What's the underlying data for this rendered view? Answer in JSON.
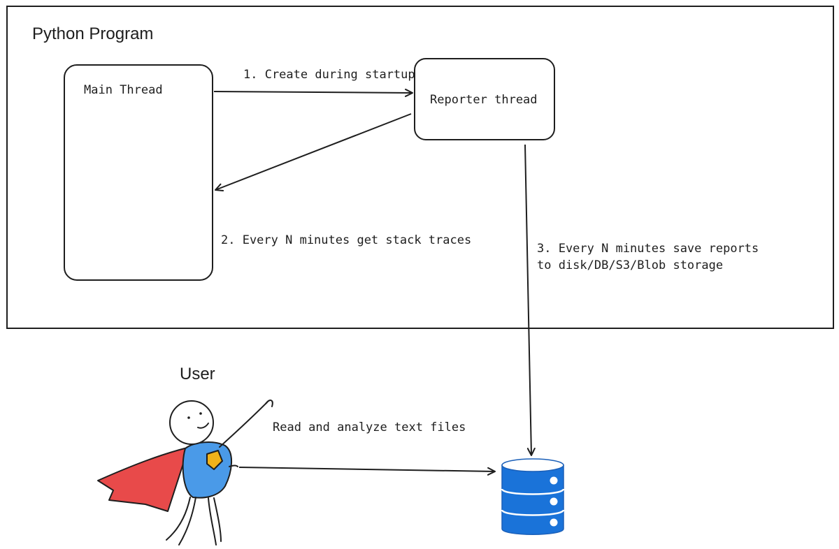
{
  "program": {
    "title": "Python Program"
  },
  "threads": {
    "main": "Main Thread",
    "reporter": "Reporter thread"
  },
  "edges": {
    "create": "1. Create during startup",
    "stack_traces": "2. Every N minutes get stack traces",
    "save_line1": "3. Every N minutes save reports",
    "save_line2": "to disk/DB/S3/Blob storage",
    "read": "Read and analyze text files"
  },
  "user": {
    "label": "User"
  },
  "colors": {
    "stroke": "#1e1e1e",
    "cape": "#e84a4a",
    "torso": "#4a9ae8",
    "badge": "#f0b21a",
    "database": "#1a73d9"
  },
  "icons": {
    "user": "superhero-stick-figure-icon",
    "storage": "database-icon"
  }
}
